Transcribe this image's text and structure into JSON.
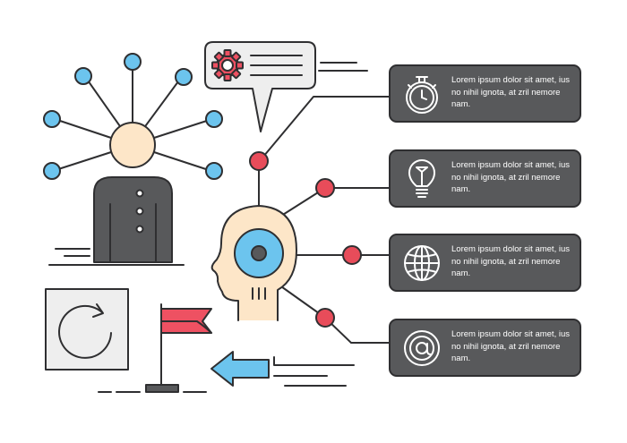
{
  "info_boxes": [
    {
      "icon": "stopwatch-icon",
      "text": "Lorem ipsum dolor sit amet, ius no nihil ignota, at zril nemore nam."
    },
    {
      "icon": "lightbulb-icon",
      "text": "Lorem ipsum dolor sit amet, ius no nihil ignota, at zril nemore nam."
    },
    {
      "icon": "globe-icon",
      "text": "Lorem ipsum dolor sit amet, ius no nihil ignota, at zril nemore nam."
    },
    {
      "icon": "at-sign-icon",
      "text": "Lorem ipsum dolor sit amet, ius no nihil ignota, at zril nemore nam."
    }
  ],
  "colors": {
    "node_red": "#e84c5a",
    "node_blue": "#6cc4ee",
    "skin": "#fde6c8",
    "box_gray": "#58595b",
    "flag_red": "#ee5162",
    "arrow_blue": "#6cc4ee",
    "outline": "#2f2f31"
  }
}
